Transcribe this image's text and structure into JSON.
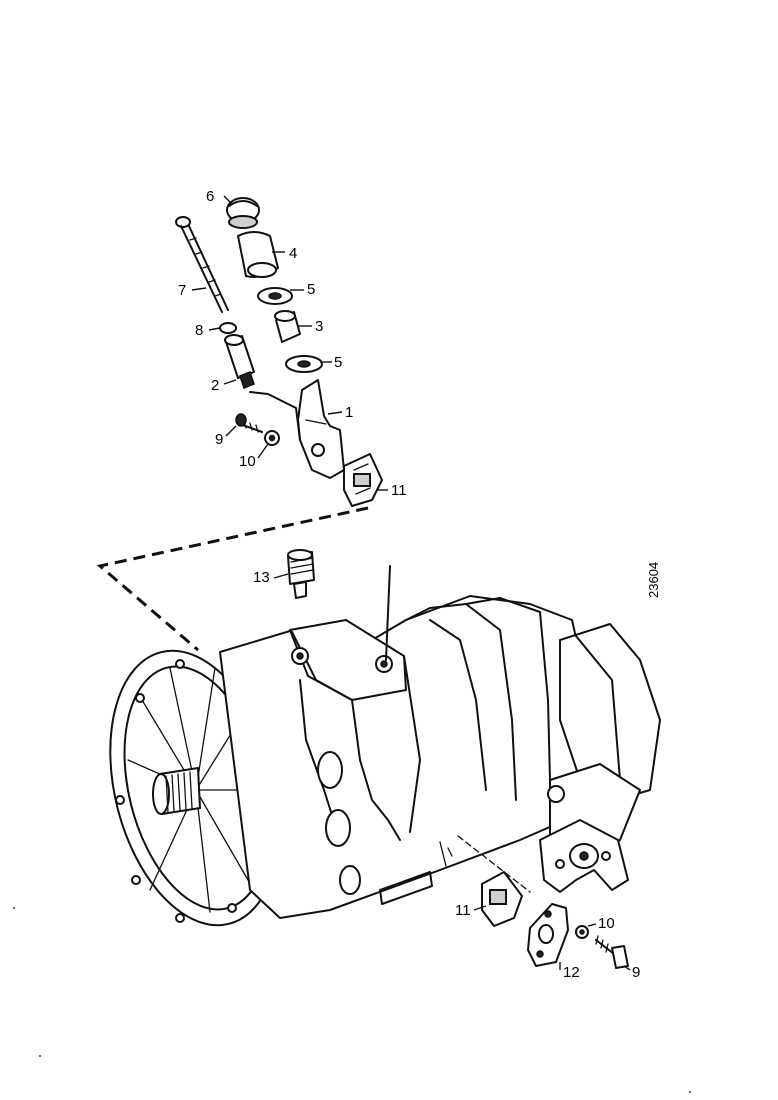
{
  "drawing": {
    "reference_code": "23604",
    "callouts": {
      "c1": "1",
      "c2": "2",
      "c3": "3",
      "c4": "4",
      "c5a": "5",
      "c5b": "5",
      "c6": "6",
      "c7": "7",
      "c8": "8",
      "c9a": "9",
      "c9b": "9",
      "c10a": "10",
      "c10b": "10",
      "c11a": "11",
      "c11b": "11",
      "c12": "12",
      "c13": "13"
    }
  }
}
